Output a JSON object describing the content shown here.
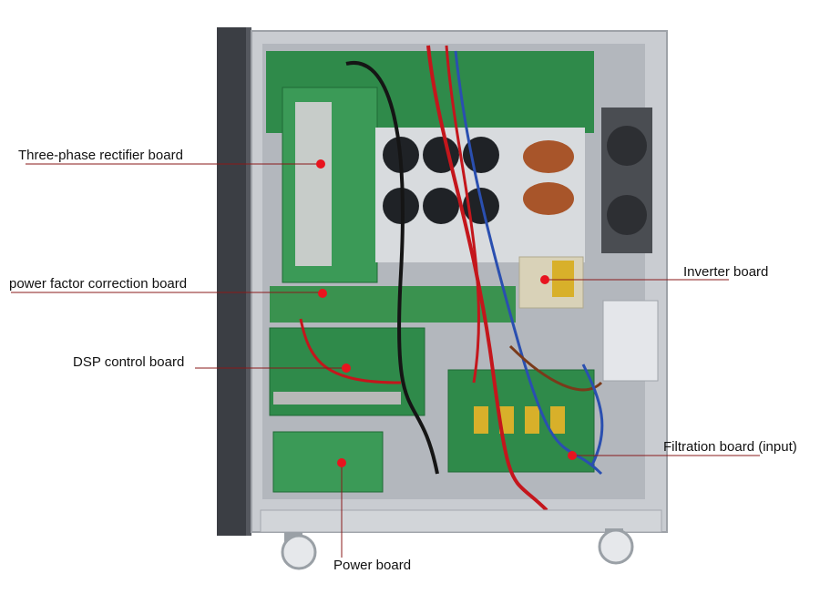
{
  "labels": {
    "rectifier": "Three-phase rectifier board",
    "pfc": "power factor correction board",
    "dsp": "DSP control board",
    "inverter": "Inverter board",
    "filtration": "Filtration board (input)",
    "power": "Power board"
  },
  "colors": {
    "leader": "#8a1a1a",
    "marker": "#e8141e",
    "pcb_green": "#2f8a4a",
    "chassis": "#c9ccd1",
    "side_panel": "#3b3e44"
  }
}
